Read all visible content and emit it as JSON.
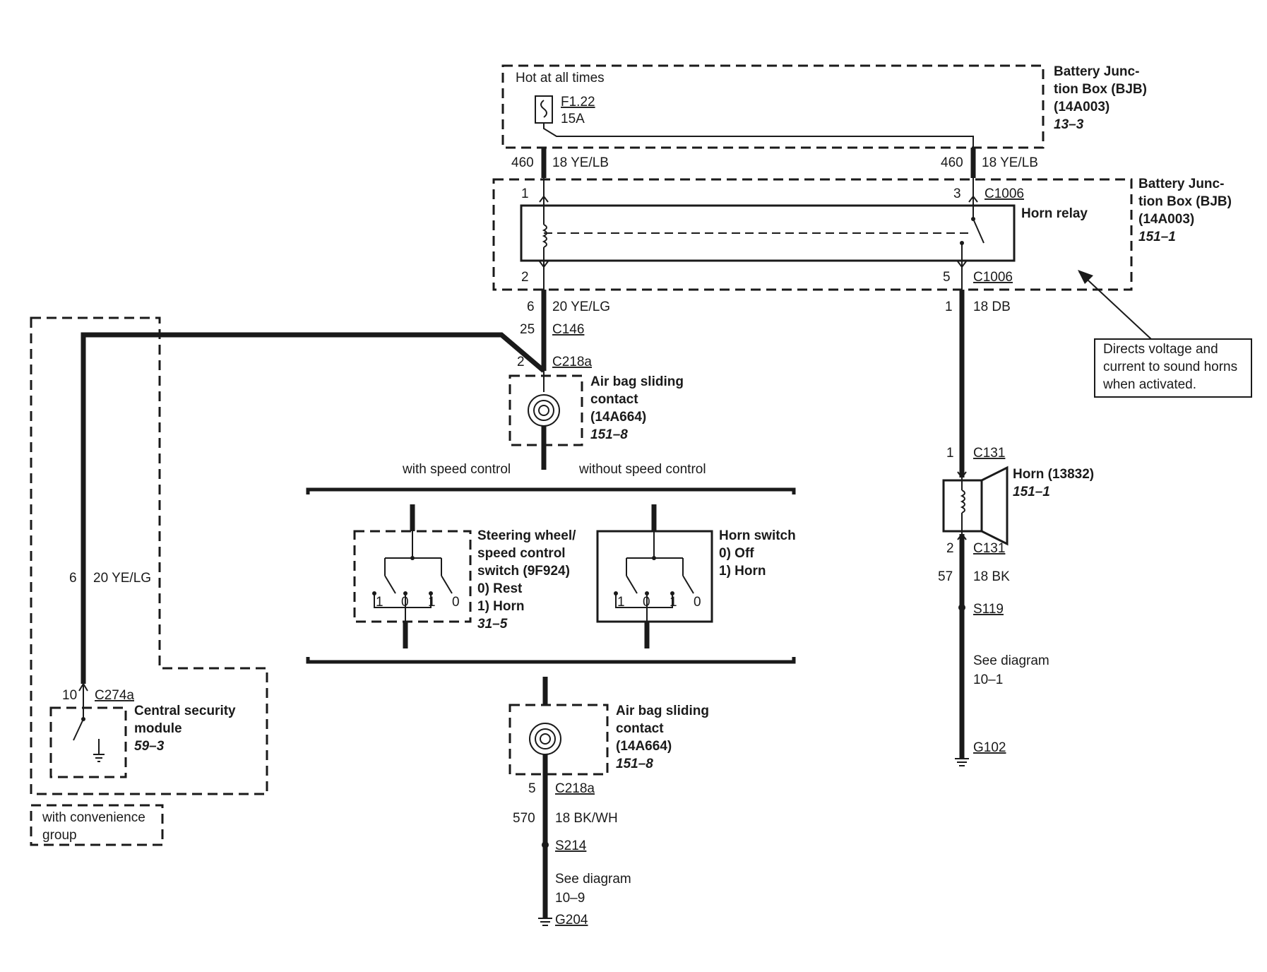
{
  "bjb_top": {
    "title_line1": "Battery Junc-",
    "title_line2": "tion Box (BJB)",
    "part": "(14A003)",
    "ref": "13–3",
    "hot_label": "Hot at all times",
    "fuse_id": "F1.22",
    "fuse_rating": "15A"
  },
  "bjb_relay": {
    "title_line1": "Battery Junc-",
    "title_line2": "tion Box (BJB)",
    "part": "(14A003)",
    "ref": "151–1",
    "relay_label": "Horn relay",
    "connector_top": "C1006",
    "connector_bottom": "C1006",
    "pin_1": "1",
    "pin_3": "3",
    "pin_2": "2",
    "pin_5": "5"
  },
  "wires": {
    "left_460_circuit": "460",
    "left_460_wire": "18 YE/LB",
    "right_460_circuit": "460",
    "right_460_wire": "18 YE/LB",
    "c6_circuit": "6",
    "c6_wire": "20 YE/LG",
    "horn_feed_pin": "1",
    "horn_feed_wire": "18 DB",
    "left_6_circuit": "6",
    "left_6_wire": "20 YE/LG",
    "horn_gnd_circuit": "57",
    "horn_gnd_wire": "18 BK",
    "bottom_circuit": "570",
    "bottom_wire": "18 BK/WH"
  },
  "connectors": {
    "c146_pin": "25",
    "c146": "C146",
    "c218a_top_pin": "2",
    "c218a_top": "C218a",
    "c131_top_pin": "1",
    "c131_top": "C131",
    "c131_bot_pin": "2",
    "c131_bot": "C131",
    "s119": "S119",
    "g102": "G102",
    "c274a_pin": "10",
    "c274a": "C274a",
    "c218a_bot_pin": "5",
    "c218a_bot": "C218a",
    "s214": "S214",
    "g204": "G204"
  },
  "airbag_top": {
    "line1": "Air bag sliding",
    "line2": "contact",
    "part": "(14A664)",
    "ref": "151–8"
  },
  "airbag_bottom": {
    "line1": "Air bag sliding",
    "line2": "contact",
    "part": "(14A664)",
    "ref": "151–8"
  },
  "callout": {
    "line1": "Directs voltage and",
    "line2": "current to sound horns",
    "line3": "when activated."
  },
  "options": {
    "with_speed": "with speed control",
    "without_speed": "without speed control",
    "convenience_line1": "with convenience",
    "convenience_line2": "group"
  },
  "steering_switch": {
    "line1": "Steering wheel/",
    "line2": "speed control",
    "line3": "switch (9F924)",
    "state0": "0)   Rest",
    "state1": "1)   Horn",
    "ref": "31–5",
    "pos_a": "1",
    "pos_b": "0",
    "pos_c": "1",
    "pos_d": "0"
  },
  "horn_switch": {
    "title": "Horn switch",
    "state0": "0)   Off",
    "state1": "1)   Horn",
    "pos_a": "1",
    "pos_b": "0",
    "pos_c": "1",
    "pos_d": "0"
  },
  "horn": {
    "title": "Horn (13832)",
    "ref": "151–1"
  },
  "see_diag_right": {
    "line1": "See diagram",
    "line2": "10–1"
  },
  "see_diag_bottom": {
    "line1": "See diagram",
    "line2": "10–9"
  },
  "csm": {
    "line1": "Central security",
    "line2": "module",
    "ref": "59–3"
  }
}
